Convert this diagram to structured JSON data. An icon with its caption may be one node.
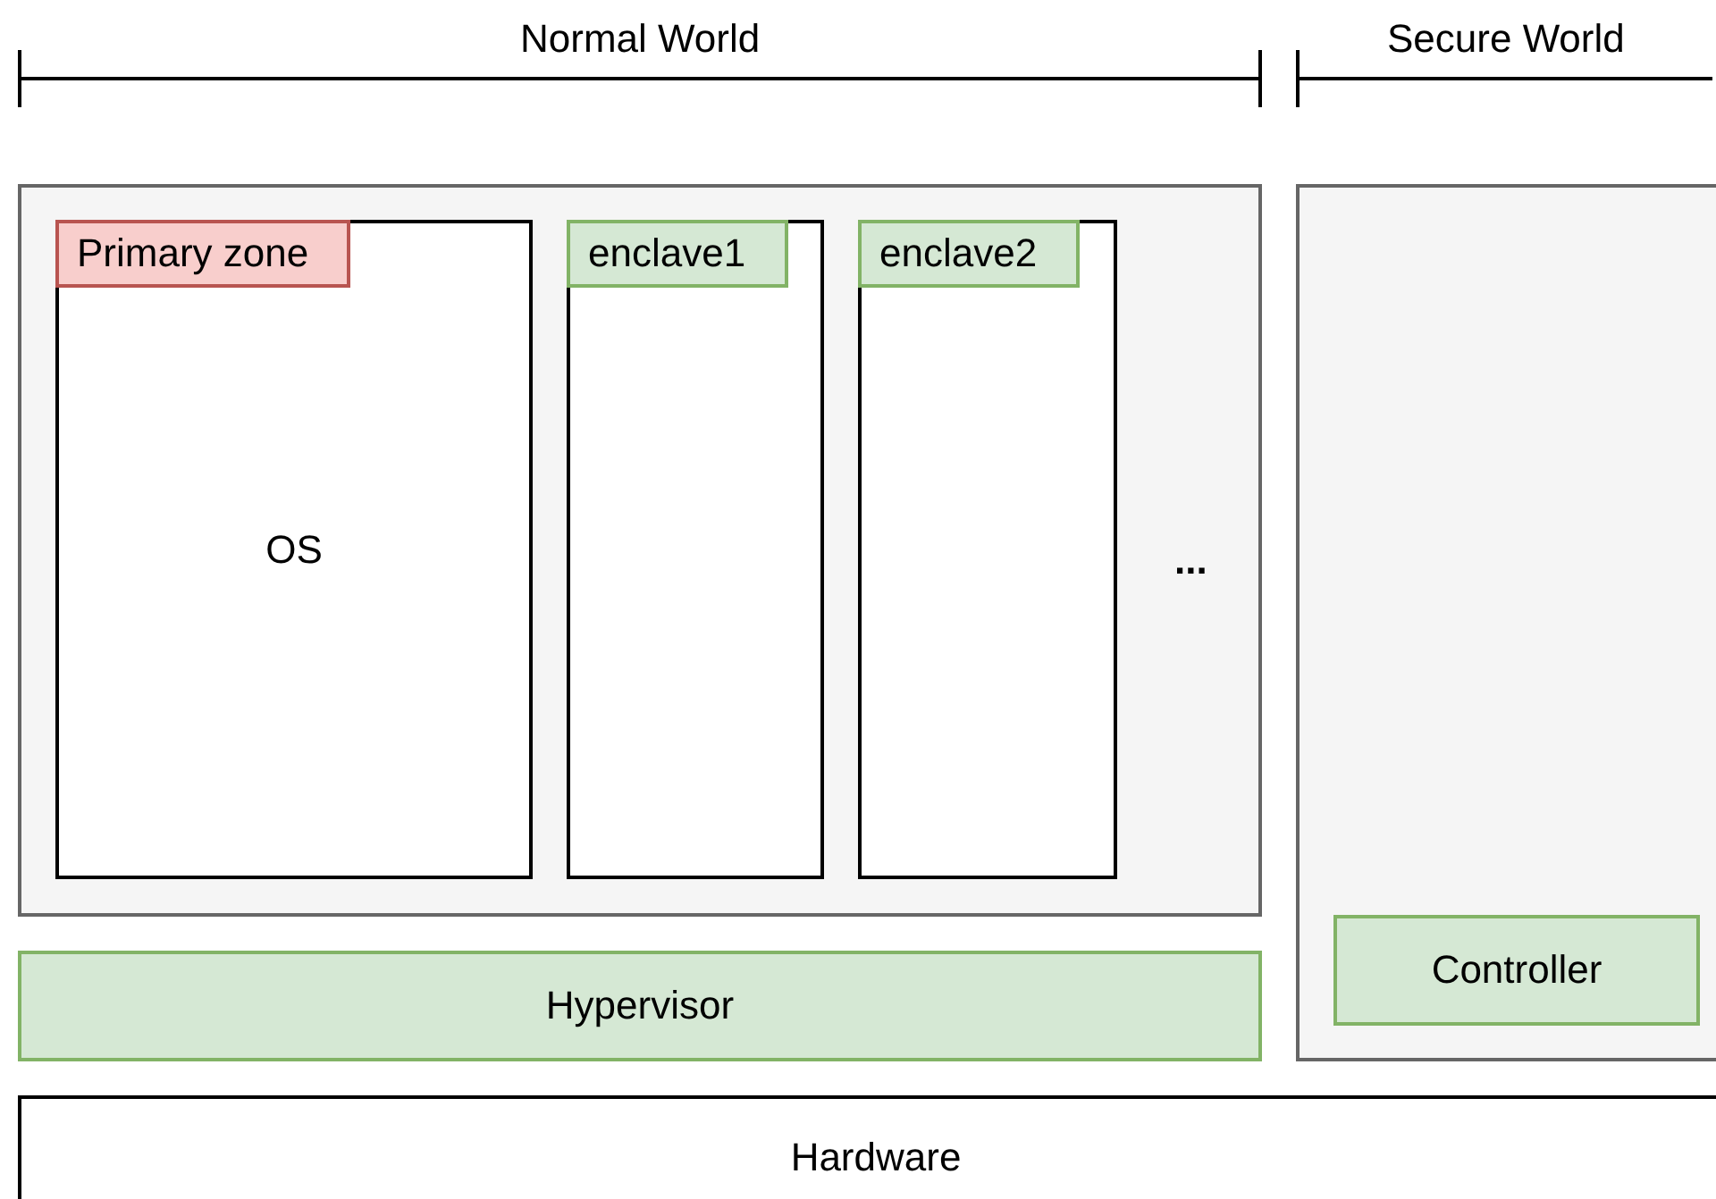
{
  "diagram": {
    "nodes": [
      {
        "text": [],
        "shape": "box"
      },
      {
        "text": [
          "Primary zone",
          "OS"
        ],
        "in": 0
      },
      {
        "text": [
          "enclave1"
        ],
        "in": 0
      },
      {
        "text": [
          "enclave2"
        ],
        "in": 0
      },
      {
        "text": [
          "Hypervisor"
        ]
      },
      {
        "text": [],
        "shape": "box"
      },
      {
        "text": [
          "Controller"
        ],
        "in": 5
      },
      {
        "text": [
          "Hardware"
        ]
      }
    ],
    "edges": [],
    "labels": [
      "Normal World",
      "Secure World",
      "..."
    ]
  }
}
